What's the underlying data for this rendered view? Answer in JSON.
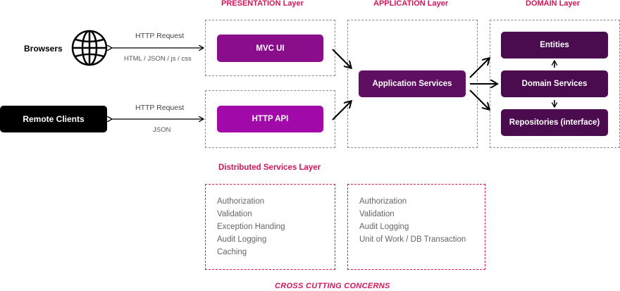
{
  "layers": {
    "presentation": "PRESENTATION Layer",
    "application": "APPLICATION Layer",
    "domain": "DOMAIN Layer",
    "distributed": "Distributed Services Layer"
  },
  "clients": {
    "browsers": "Browsers",
    "remote": "Remote Clients"
  },
  "connections": {
    "browser_top": "HTTP Request",
    "browser_bottom": "HTML / JSON / js / css",
    "remote_top": "HTTP Request",
    "remote_bottom": "JSON"
  },
  "boxes": {
    "mvc_ui": "MVC UI",
    "http_api": "HTTP API",
    "app_services": "Application Services",
    "entities": "Entities",
    "domain_services": "Domain Services",
    "repositories": "Repositories (interface)"
  },
  "concerns": {
    "presentation": [
      "Authorization",
      "Validation",
      "Exception Handing",
      "Audit Logging",
      "Caching"
    ],
    "application": [
      "Authorization",
      "Validation",
      "Audit Logging",
      "Unit of Work / DB Transaction"
    ]
  },
  "footer": "CROSS CUTTING CONCERNS",
  "colors": {
    "accent": "#d4145a",
    "purple": "#8a0d8c",
    "dark_purple": "#4a0b4f"
  },
  "icons": {
    "globe": "globe-icon"
  }
}
